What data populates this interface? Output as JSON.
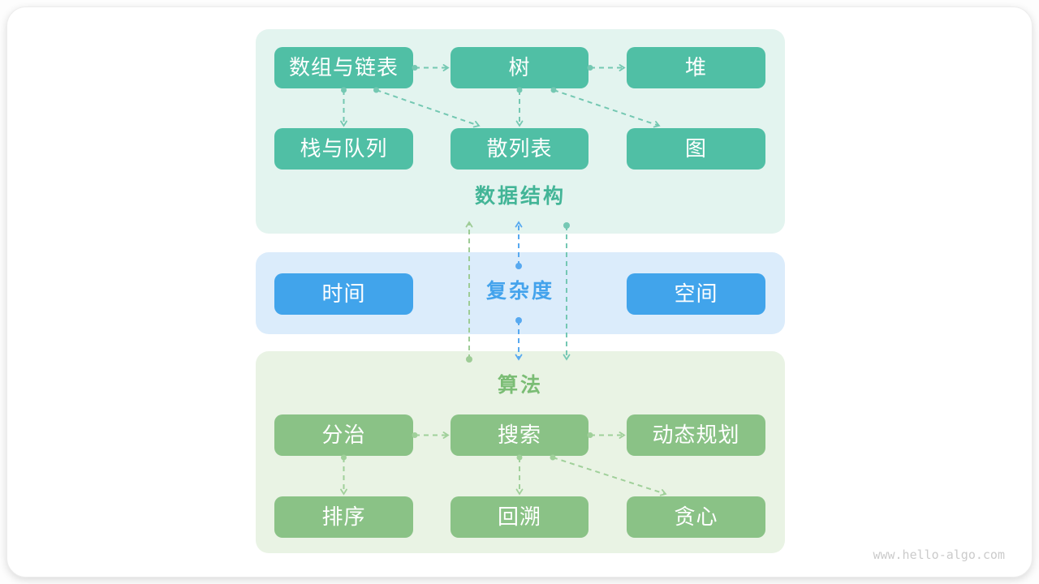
{
  "page": {
    "watermark": "www.hello-algo.com"
  },
  "colors": {
    "teal_box": "#50BFA5",
    "teal_panel": "#E3F4EF",
    "teal_label": "#43B597",
    "teal_arrow": "#74C8B2",
    "blue_box": "#41A4EB",
    "blue_panel": "#DBECFB",
    "blue_label": "#44A3EC",
    "green_box": "#8AC286",
    "green_panel": "#E9F3E4",
    "green_label": "#7BBD75",
    "green_arrow": "#A0D09A",
    "link_green": "#9ECC96",
    "link_blue": "#57A9F0",
    "link_teal": "#75C8B4",
    "watermark_gray": "#CBCBCB"
  },
  "sections": [
    {
      "id": "data-structures",
      "label": "数据结构",
      "nodes": [
        {
          "id": "array-linkedlist",
          "label": "数组与链表"
        },
        {
          "id": "tree",
          "label": "树"
        },
        {
          "id": "heap",
          "label": "堆"
        },
        {
          "id": "stack-queue",
          "label": "栈与队列"
        },
        {
          "id": "hash-table",
          "label": "散列表"
        },
        {
          "id": "graph",
          "label": "图"
        }
      ],
      "edges": [
        {
          "from": "array-linkedlist",
          "to": "tree",
          "style": "h"
        },
        {
          "from": "tree",
          "to": "heap",
          "style": "h"
        },
        {
          "from": "array-linkedlist",
          "to": "stack-queue",
          "style": "v"
        },
        {
          "from": "tree",
          "to": "hash-table",
          "style": "v"
        },
        {
          "from": "array-linkedlist",
          "to": "hash-table",
          "style": "diag"
        },
        {
          "from": "tree",
          "to": "graph",
          "style": "diag"
        }
      ]
    },
    {
      "id": "complexity",
      "label": "复杂度",
      "nodes": [
        {
          "id": "time",
          "label": "时间"
        },
        {
          "id": "space",
          "label": "空间"
        }
      ],
      "edges": []
    },
    {
      "id": "algorithms",
      "label": "算法",
      "nodes": [
        {
          "id": "divide-conquer",
          "label": "分治"
        },
        {
          "id": "search",
          "label": "搜索"
        },
        {
          "id": "dynamic-programming",
          "label": "动态规划"
        },
        {
          "id": "sorting",
          "label": "排序"
        },
        {
          "id": "backtracking",
          "label": "回溯"
        },
        {
          "id": "greedy",
          "label": "贪心"
        }
      ],
      "edges": [
        {
          "from": "divide-conquer",
          "to": "search",
          "style": "h"
        },
        {
          "from": "search",
          "to": "dynamic-programming",
          "style": "h"
        },
        {
          "from": "divide-conquer",
          "to": "sorting",
          "style": "v"
        },
        {
          "from": "search",
          "to": "backtracking",
          "style": "v"
        },
        {
          "from": "search",
          "to": "greedy",
          "style": "diag"
        }
      ]
    }
  ],
  "links": [
    {
      "from": "algorithms",
      "to": "data-structures",
      "direction": "up",
      "color": "green"
    },
    {
      "from": "complexity",
      "to": "data-structures",
      "direction": "up",
      "color": "blue"
    },
    {
      "from": "complexity",
      "to": "algorithms",
      "direction": "down",
      "color": "blue"
    },
    {
      "from": "data-structures",
      "to": "algorithms",
      "direction": "down",
      "color": "teal"
    }
  ]
}
